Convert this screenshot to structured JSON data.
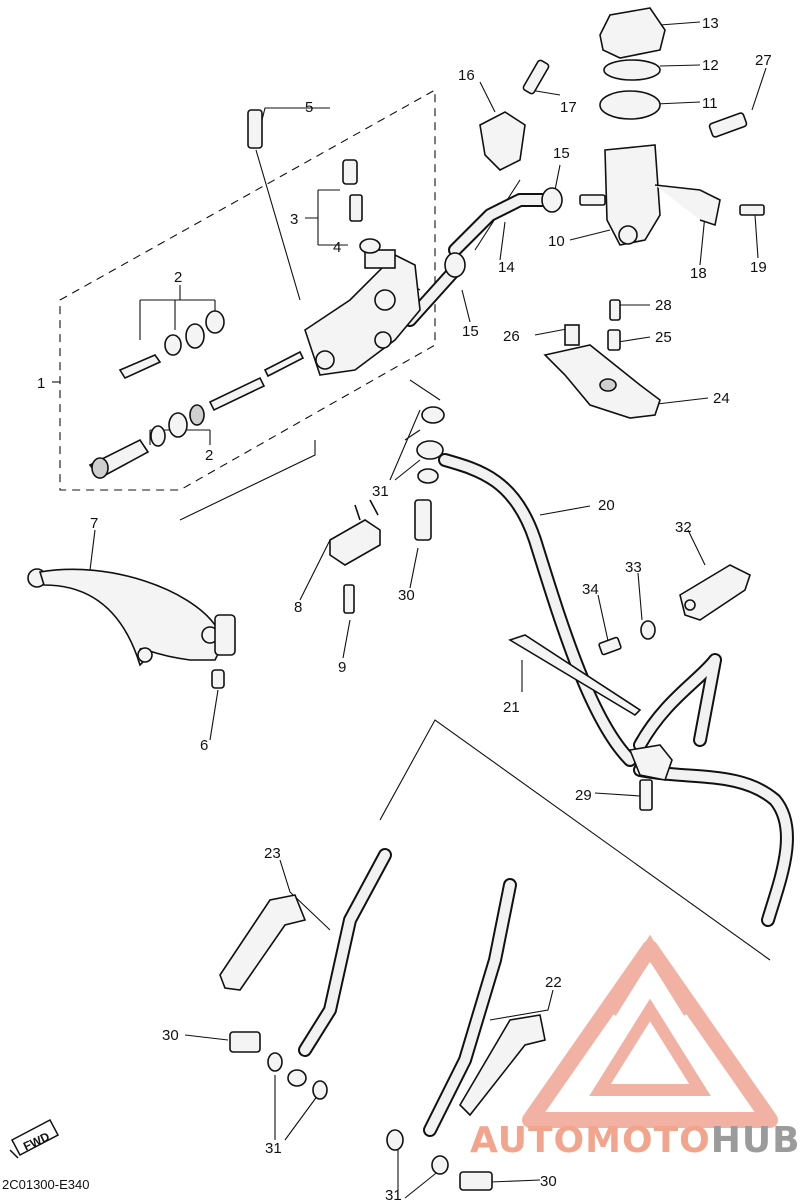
{
  "diagram": {
    "drawing_code": "2C01300-E340",
    "direction_tag": "FWD",
    "callouts": [
      "1",
      "2",
      "2",
      "3",
      "4",
      "5",
      "6",
      "7",
      "8",
      "9",
      "10",
      "11",
      "12",
      "13",
      "14",
      "15",
      "15",
      "16",
      "17",
      "18",
      "19",
      "20",
      "21",
      "22",
      "23",
      "24",
      "25",
      "26",
      "27",
      "28",
      "29",
      "30",
      "30",
      "30",
      "31",
      "31",
      "31",
      "32",
      "33",
      "34"
    ]
  },
  "watermark": {
    "part1": "AUTOMOTO",
    "part2": "HUB",
    "colors": {
      "logo": "#f0a593",
      "part1": "#f2a58c",
      "part2": "#9b9b9b"
    }
  }
}
